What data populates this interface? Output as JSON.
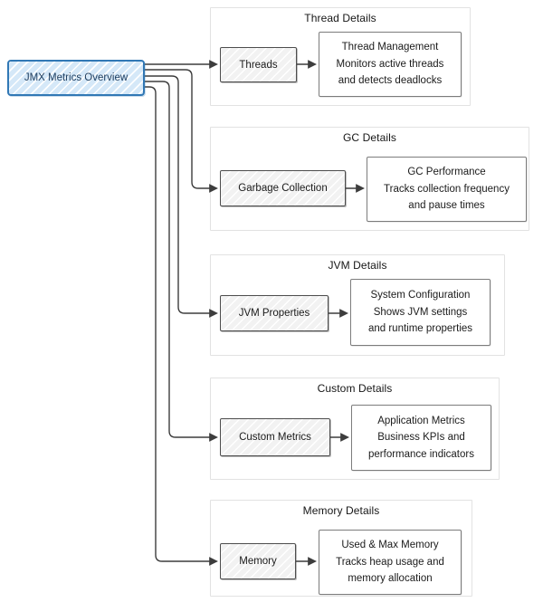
{
  "diagram": {
    "root": {
      "label": "JMX Metrics Overview"
    },
    "groups": [
      {
        "title": "Thread Details",
        "node": "Threads",
        "desc": [
          "Thread Management",
          "Monitors active threads",
          "and detects deadlocks"
        ]
      },
      {
        "title": "GC Details",
        "node": "Garbage Collection",
        "desc": [
          "GC Performance",
          "Tracks collection frequency",
          "and pause times"
        ]
      },
      {
        "title": "JVM Details",
        "node": "JVM Properties",
        "desc": [
          "System Configuration",
          "Shows JVM settings",
          "and runtime properties"
        ]
      },
      {
        "title": "Custom Details",
        "node": "Custom Metrics",
        "desc": [
          "Application Metrics",
          "Business KPIs and",
          "performance indicators"
        ]
      },
      {
        "title": "Memory Details",
        "node": "Memory",
        "desc": [
          "Used & Max Memory",
          "Tracks heap usage and",
          "memory allocation"
        ]
      }
    ],
    "edges": [
      {
        "from": "JMX Metrics Overview",
        "to": "Threads"
      },
      {
        "from": "JMX Metrics Overview",
        "to": "Garbage Collection"
      },
      {
        "from": "JMX Metrics Overview",
        "to": "JVM Properties"
      },
      {
        "from": "JMX Metrics Overview",
        "to": "Custom Metrics"
      },
      {
        "from": "JMX Metrics Overview",
        "to": "Memory"
      },
      {
        "from": "Threads",
        "to": "Thread Management"
      },
      {
        "from": "Garbage Collection",
        "to": "GC Performance"
      },
      {
        "from": "JVM Properties",
        "to": "System Configuration"
      },
      {
        "from": "Custom Metrics",
        "to": "Application Metrics"
      },
      {
        "from": "Memory",
        "to": "Used & Max Memory"
      }
    ],
    "colors": {
      "root_border": "#3178b5",
      "root_fill": "#d5e8f8",
      "node_border": "#4d4d4d",
      "node_fill": "#f2f2f2",
      "desc_border": "#7c7c7c",
      "container_border": "#e2e2e2",
      "edge_stroke": "#3d3d3d",
      "text": "#181818",
      "background": "#ffffff"
    }
  }
}
